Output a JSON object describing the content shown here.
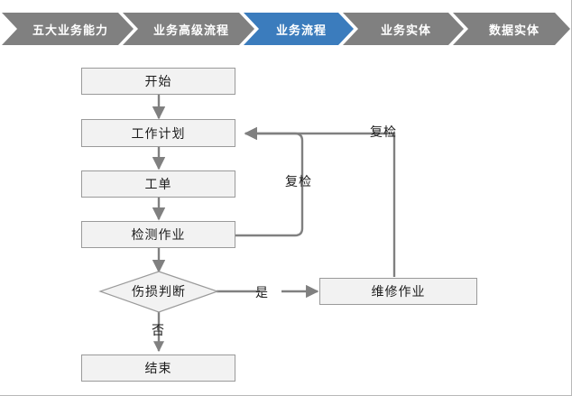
{
  "breadcrumb": {
    "items": [
      {
        "label": "五大业务能力",
        "active": false
      },
      {
        "label": "业务高级流程",
        "active": false
      },
      {
        "label": "业务流程",
        "active": true
      },
      {
        "label": "业务实体",
        "active": false
      },
      {
        "label": "数据实体",
        "active": false
      }
    ],
    "active_color": "#3b7cbd",
    "inactive_color": "#808080",
    "text_color": "#ffffff"
  },
  "flowchart": {
    "node_fill": "#f2f2f2",
    "node_border": "#9a9a9a",
    "connector_color": "#808080",
    "nodes": {
      "start": "开始",
      "work_plan": "工作计划",
      "work_order": "工单",
      "inspection_task": "检测作业",
      "damage_decision": "伤损判断",
      "repair_task": "维修作业",
      "end": "结束"
    },
    "edge_labels": {
      "recheck_inner": "复检",
      "recheck_outer": "复检",
      "yes": "是",
      "no": "否"
    }
  }
}
